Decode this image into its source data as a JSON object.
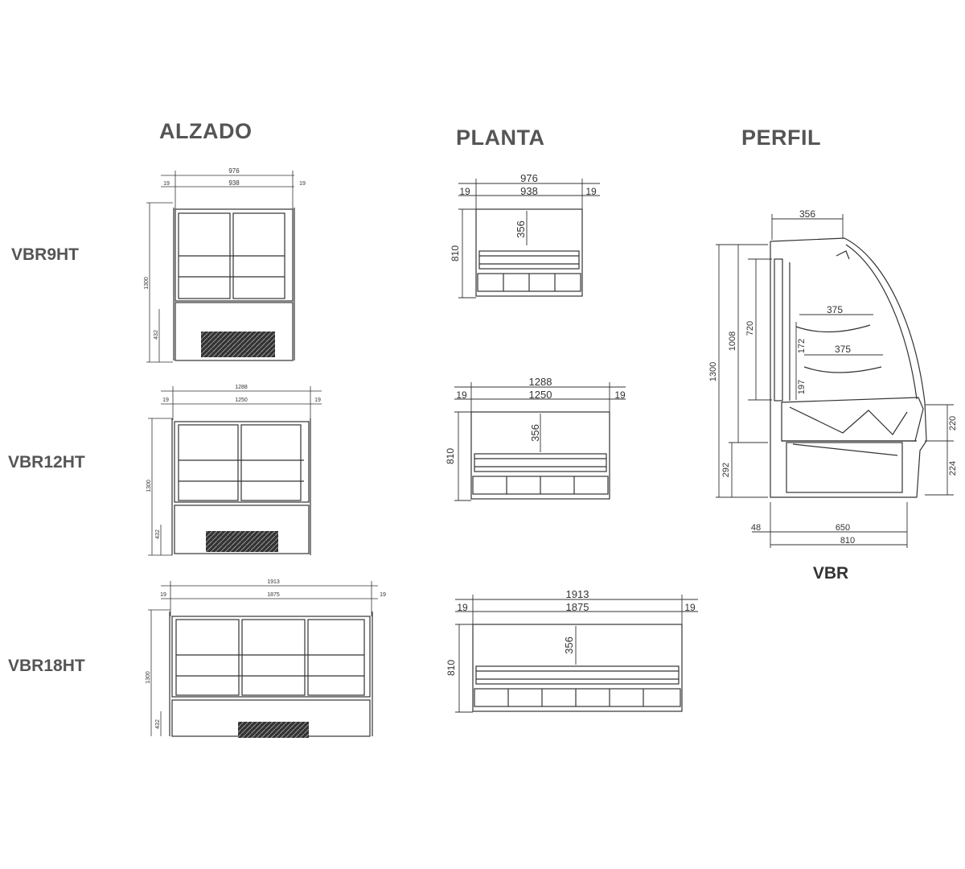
{
  "columns": {
    "elevation": "ALZADO",
    "plan": "PLANTA",
    "profile": "PERFIL"
  },
  "models": [
    {
      "name": "VBR9HT",
      "elevation": {
        "overall": "976",
        "inner": "938",
        "side_left": "19",
        "side_right": "19",
        "height": "1300",
        "base": "432"
      },
      "plan": {
        "overall": "976",
        "inner": "938",
        "side_left": "19",
        "side_right": "19",
        "depth": "810",
        "cut": "356"
      }
    },
    {
      "name": "VBR12HT",
      "elevation": {
        "overall": "1288",
        "inner": "1250",
        "side_left": "19",
        "side_right": "19",
        "height": "1300",
        "base": "432"
      },
      "plan": {
        "overall": "1288",
        "inner": "1250",
        "side_left": "19",
        "side_right": "19",
        "depth": "810",
        "cut": "356"
      }
    },
    {
      "name": "VBR18HT",
      "elevation": {
        "overall": "1913",
        "inner": "1875",
        "side_left": "19",
        "side_right": "19",
        "height": "1300",
        "base": "432"
      },
      "plan": {
        "overall": "1913",
        "inner": "1875",
        "side_left": "19",
        "side_right": "19",
        "depth": "810",
        "cut": "356"
      }
    }
  ],
  "profile": {
    "label": "VBR",
    "top_depth": "356",
    "shelf_upper": "375",
    "shelf_lower": "375",
    "total_height": "1300",
    "display_height": "1008",
    "inner_height": "720",
    "shelf_gap_1": "172",
    "shelf_gap_2": "197",
    "base_height": "292",
    "right_upper": "220",
    "right_lower": "224",
    "foot": "48",
    "base_depth": "650",
    "total_depth": "810"
  }
}
